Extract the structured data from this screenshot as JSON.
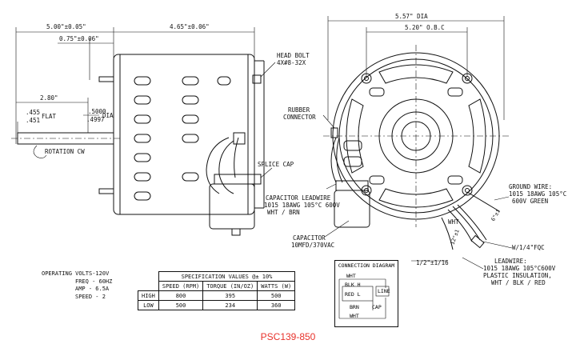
{
  "drawing": {
    "title": "PSC139-850",
    "dimensions": {
      "overall_length": "5.00\"±0.05\"",
      "body_length": "4.65\"±0.06\"",
      "front_offset": "0.75\"±0.06\"",
      "shaft_length": "2.80\"",
      "flat_455": ".455",
      "flat_451": ".451",
      "flat_label": "FLAT",
      "shaft_dia_500": ".5000",
      "shaft_dia_497": ".4997",
      "dia_label": "DIA",
      "rotation": "ROTATION CW",
      "outer_dia": "5.57\" DIA",
      "bolt_circle": "5.20\" O.B.C",
      "lead_len": "1/2\"±1/16",
      "six_inch": "6\"±1",
      "twelve_inch": "12\"±1"
    },
    "callouts": {
      "head_bolt_1": "HEAD BOLT",
      "head_bolt_2": "4X#8-32X",
      "splice_cap": "SPLICE CAP",
      "rubber_1": "RUBBER",
      "rubber_2": "CONNECTOR",
      "cap_lead_1": "CAPACITOR LEADWIRE",
      "cap_lead_2": "1015 18AWG 105°C 600V",
      "cap_lead_3": "WHT / BRN",
      "capacitor_1": "CAPACITOR",
      "capacitor_2": "10MFD/370VAC",
      "ground_1": "GROUND WIRE:",
      "ground_2": "1015 18AWG 105°C",
      "ground_3": "600V GREEN",
      "wht": "WHT",
      "w14": "W/1/4\"FQC",
      "lead_1": "LEADWIRE:",
      "lead_2": "1015 18AWG 105°C600V",
      "lead_3": "PLASTIC INSULATION,",
      "lead_4": "WHT / BLK / RED"
    },
    "operating": {
      "volts": "OPERATING VOLTS-120V",
      "freq": "FREQ - 60HZ",
      "amp": "AMP  - 6.5A",
      "speed": "SPEED - 2"
    },
    "spec_table": {
      "title": "SPECIFICATION VALUES  @± 10%",
      "headers": [
        "SPEED (RPM)",
        "TORQUE (IN/OZ)",
        "WATTS  (W)"
      ],
      "rows": [
        {
          "label": "HIGH",
          "values": [
            "800",
            "395",
            "500"
          ]
        },
        {
          "label": "LOW",
          "values": [
            "500",
            "234",
            "360"
          ]
        }
      ]
    },
    "connection": {
      "title": "CONNECTION DIAGRAM",
      "wht_top": "WHT",
      "blk": "BLK H",
      "red": "RED L",
      "line": "LINE",
      "brn": "BRN",
      "cap": "CAP",
      "wht_bot": "WHT"
    }
  }
}
